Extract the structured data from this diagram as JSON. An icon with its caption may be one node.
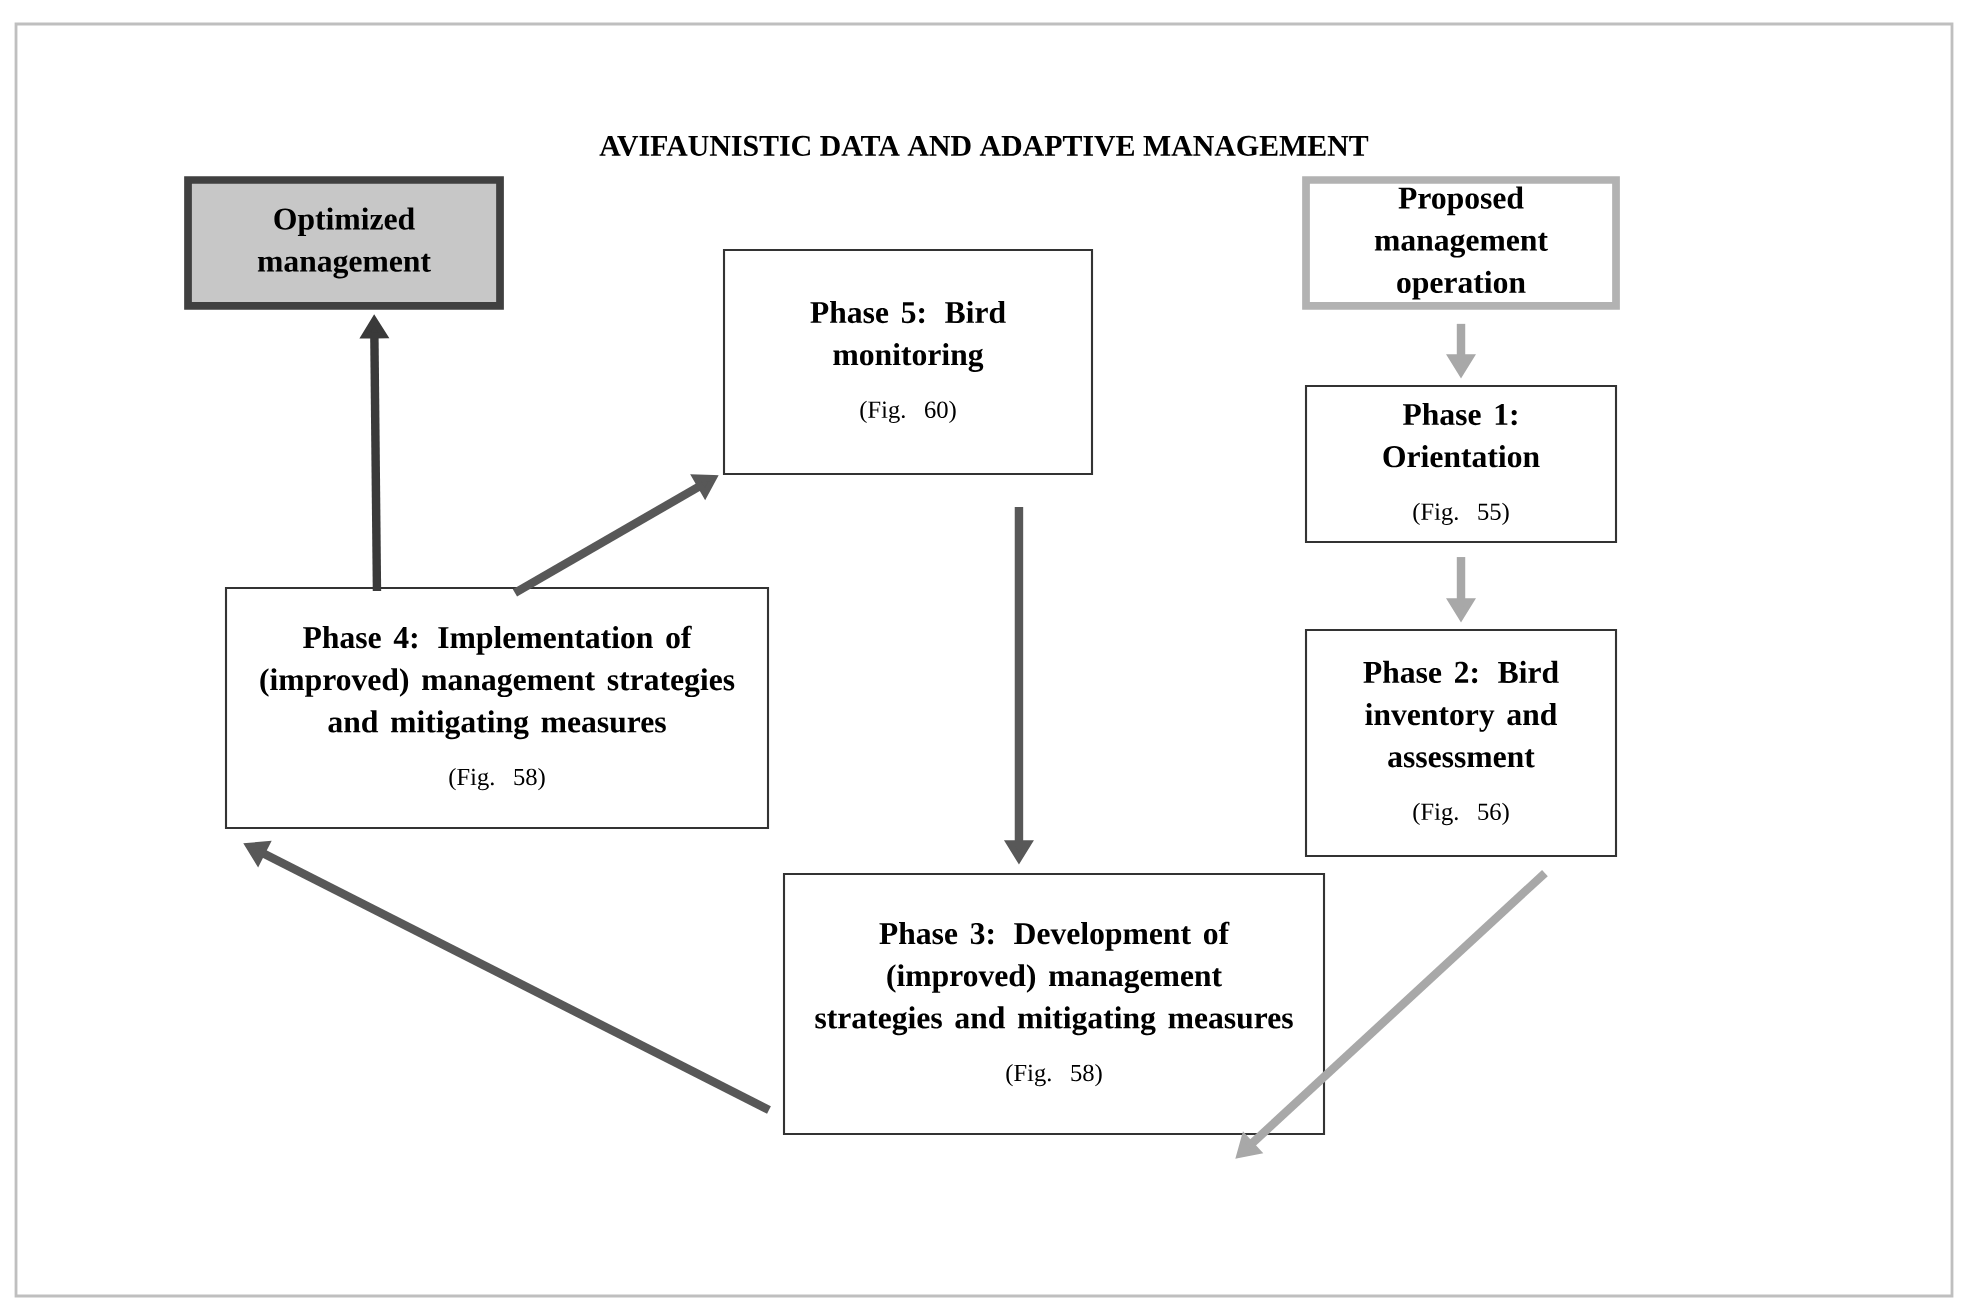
{
  "diagram": {
    "title": "AVIFAUNISTIC DATA AND ADAPTIVE MANAGEMENT",
    "nodes": [
      {
        "text": [
          "Optimized management"
        ]
      },
      {
        "text": [
          "Proposed management operation"
        ]
      },
      {
        "text": [
          "Phase 5: Bird monitoring",
          "(Fig. 60)"
        ]
      },
      {
        "text": [
          "Phase 1: Orientation",
          "(Fig. 55)"
        ]
      },
      {
        "text": [
          "Phase 4: Implementation of (improved) management strategies and mitigating measures",
          "(Fig. 58)"
        ]
      },
      {
        "text": [
          "Phase 2: Bird inventory and assessment",
          "(Fig. 56)"
        ]
      },
      {
        "text": [
          "Phase 3: Development of (improved) management strategies and mitigating measures",
          "(Fig. 58)"
        ]
      }
    ],
    "edges": [
      {
        "from": 4,
        "to": 0,
        "arrow": "to",
        "color": "#3a3a3a"
      },
      {
        "from": 4,
        "to": 2,
        "arrow": "to"
      },
      {
        "from": 2,
        "to": 6,
        "arrow": "to"
      },
      {
        "from": 6,
        "to": 4,
        "arrow": "to"
      },
      {
        "from": 1,
        "to": 3,
        "arrow": "to",
        "color": "#a8a8a8"
      },
      {
        "from": 3,
        "to": 5,
        "arrow": "to",
        "color": "#a8a8a8"
      },
      {
        "from": 5,
        "to": 6,
        "arrow": "to",
        "color": "#a8a8a8"
      }
    ]
  }
}
